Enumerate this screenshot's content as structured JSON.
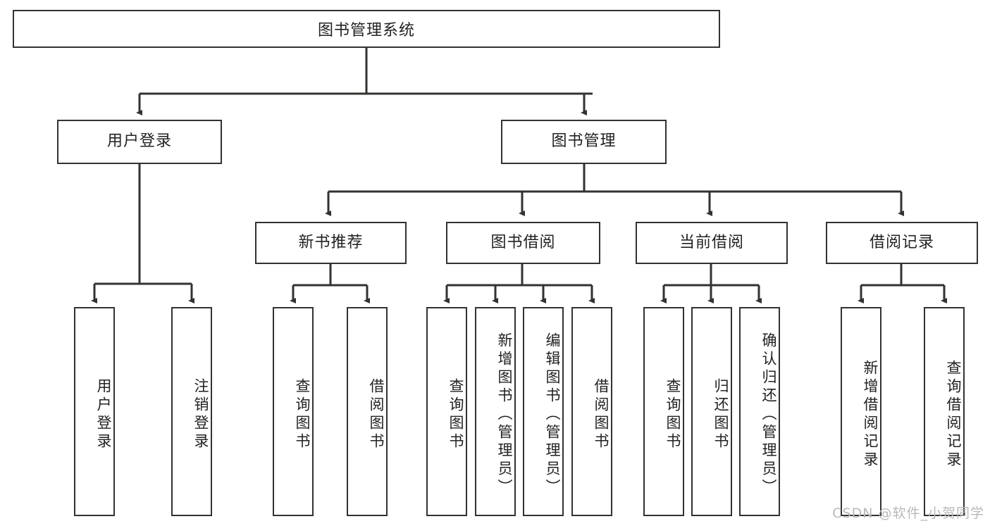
{
  "diagram": {
    "title": "图书管理系统",
    "type": "tree-hierarchy",
    "root": {
      "label": "图书管理系统"
    },
    "level2": [
      {
        "label": "用户登录"
      },
      {
        "label": "图书管理"
      }
    ],
    "level3": [
      {
        "label": "新书推荐"
      },
      {
        "label": "图书借阅"
      },
      {
        "label": "当前借阅"
      },
      {
        "label": "借阅记录"
      }
    ],
    "leaves": {
      "user_login": [
        {
          "label": "用户登录"
        },
        {
          "label": "注销登录"
        }
      ],
      "new_book_recommend": [
        {
          "label": "查询图书"
        },
        {
          "label": "借阅图书"
        }
      ],
      "book_borrow": [
        {
          "label": "查询图书"
        },
        {
          "label": "新增图书（管理员）"
        },
        {
          "label": "编辑图书（管理员）"
        },
        {
          "label": "借阅图书"
        }
      ],
      "current_borrow": [
        {
          "label": "查询图书"
        },
        {
          "label": "归还图书"
        },
        {
          "label": "确认归还（管理员）"
        }
      ],
      "borrow_record": [
        {
          "label": "新增借阅记录"
        },
        {
          "label": "查询借阅记录"
        }
      ]
    }
  },
  "watermark": {
    "text": "CSDN @软件_小贺同学"
  },
  "colors": {
    "stroke": "#33322f",
    "text": "#222222",
    "background": "#ffffff",
    "watermark": "#b9b9b9"
  }
}
